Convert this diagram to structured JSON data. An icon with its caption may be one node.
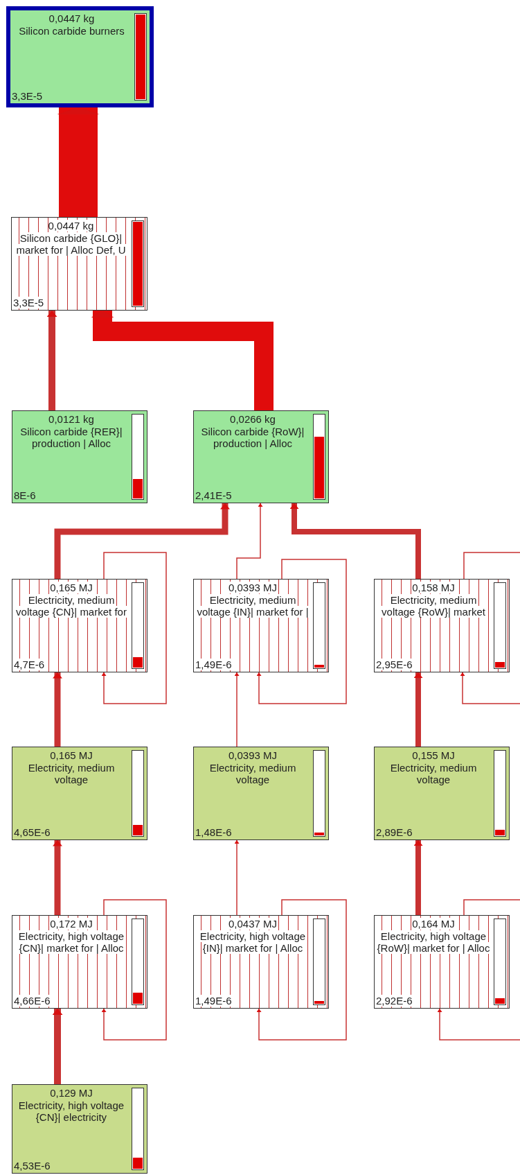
{
  "diagram": {
    "nodes": [
      {
        "text": [
          "0,0447 kg",
          "Silicon carbide burners",
          "3,3E-5"
        ]
      },
      {
        "text": [
          "0,0447 kg",
          "Silicon carbide {GLO}| market for | Alloc Def, U",
          "3,3E-5"
        ]
      },
      {
        "text": [
          "0,0121 kg",
          "Silicon carbide {RER}| production | Alloc",
          "8E-6"
        ]
      },
      {
        "text": [
          "0,0266 kg",
          "Silicon carbide {RoW}| production | Alloc",
          "2,41E-5"
        ]
      },
      {
        "text": [
          "0,165 MJ",
          "Electricity, medium voltage {CN}| market for",
          "4,7E-6"
        ]
      },
      {
        "text": [
          "0,0393 MJ",
          "Electricity, medium voltage {IN}| market for |",
          "1,49E-6"
        ]
      },
      {
        "text": [
          "0,158 MJ",
          "Electricity, medium voltage {RoW}| market",
          "2,95E-6"
        ]
      },
      {
        "text": [
          "0,165 MJ",
          "Electricity, medium voltage",
          "4,65E-6"
        ]
      },
      {
        "text": [
          "0,0393 MJ",
          "Electricity, medium voltage",
          "1,48E-6"
        ]
      },
      {
        "text": [
          "0,155 MJ",
          "Electricity, medium voltage",
          "2,89E-6"
        ]
      },
      {
        "text": [
          "0,172 MJ",
          "Electricity, high voltage {CN}| market for | Alloc",
          "4,66E-6"
        ]
      },
      {
        "text": [
          "0,0437 MJ",
          "Electricity, high voltage {IN}| market for | Alloc",
          "1,49E-6"
        ]
      },
      {
        "text": [
          "0,164 MJ",
          "Electricity, high voltage {RoW}| market for | Alloc",
          "2,92E-6"
        ]
      },
      {
        "text": [
          "0,129 MJ",
          "Electricity, high voltage {CN}| electricity",
          "4,53E-6"
        ]
      }
    ],
    "edges": [
      {
        "from": 1,
        "to": 0,
        "arrow": "to",
        "style": "thick"
      },
      {
        "from": 2,
        "to": 1,
        "arrow": "to"
      },
      {
        "from": 3,
        "to": 1,
        "arrow": "to",
        "style": "thick"
      },
      {
        "from": 4,
        "to": 3,
        "arrow": "to"
      },
      {
        "from": 5,
        "to": 3,
        "arrow": "to"
      },
      {
        "from": 6,
        "to": 3,
        "arrow": "to"
      },
      {
        "from": 4,
        "to": 4,
        "arrow": "to"
      },
      {
        "from": 5,
        "to": 5,
        "arrow": "to"
      },
      {
        "from": 6,
        "to": 6,
        "arrow": "to"
      },
      {
        "from": 7,
        "to": 4,
        "arrow": "to"
      },
      {
        "from": 8,
        "to": 5,
        "arrow": "to"
      },
      {
        "from": 9,
        "to": 6,
        "arrow": "to"
      },
      {
        "from": 10,
        "to": 7,
        "arrow": "to"
      },
      {
        "from": 11,
        "to": 8,
        "arrow": "to"
      },
      {
        "from": 12,
        "to": 9,
        "arrow": "to"
      },
      {
        "from": 10,
        "to": 10,
        "arrow": "to"
      },
      {
        "from": 11,
        "to": 11,
        "arrow": "to"
      },
      {
        "from": 12,
        "to": 12,
        "arrow": "to"
      },
      {
        "from": 13,
        "to": 10,
        "arrow": "to"
      }
    ]
  }
}
